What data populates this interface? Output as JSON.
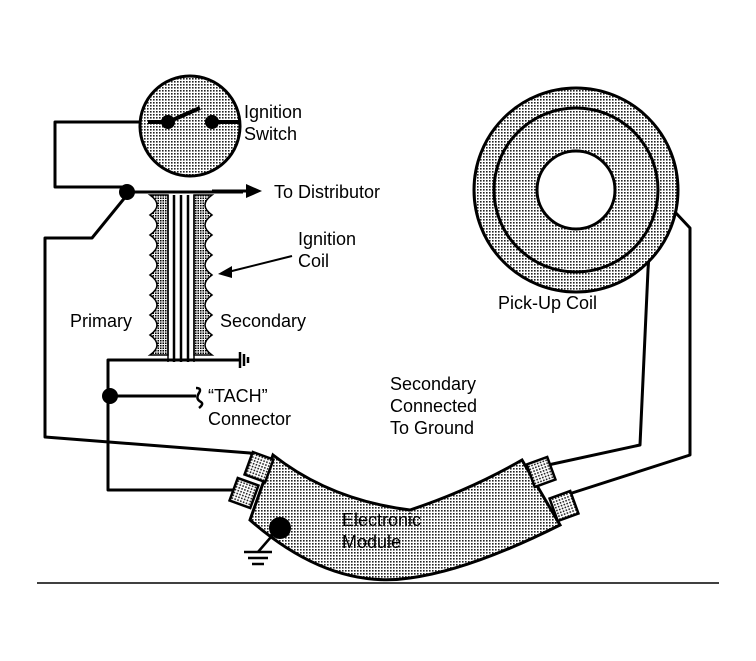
{
  "labels": {
    "ignition_switch": [
      "Ignition",
      "Switch"
    ],
    "to_distributor": "To Distributor",
    "ignition_coil": [
      "Ignition",
      "Coil"
    ],
    "pickup_coil": "Pick-Up Coil",
    "primary": "Primary",
    "secondary": "Secondary",
    "tach_connector": [
      "“TACH”",
      "Connector"
    ],
    "secondary_ground_note": [
      "Secondary",
      "Connected",
      "To Ground"
    ],
    "electronic_module": [
      "Electronic",
      "Module"
    ]
  },
  "colors": {
    "ink": "#000000",
    "stipple": "#9a9a9a",
    "background": "#ffffff"
  }
}
